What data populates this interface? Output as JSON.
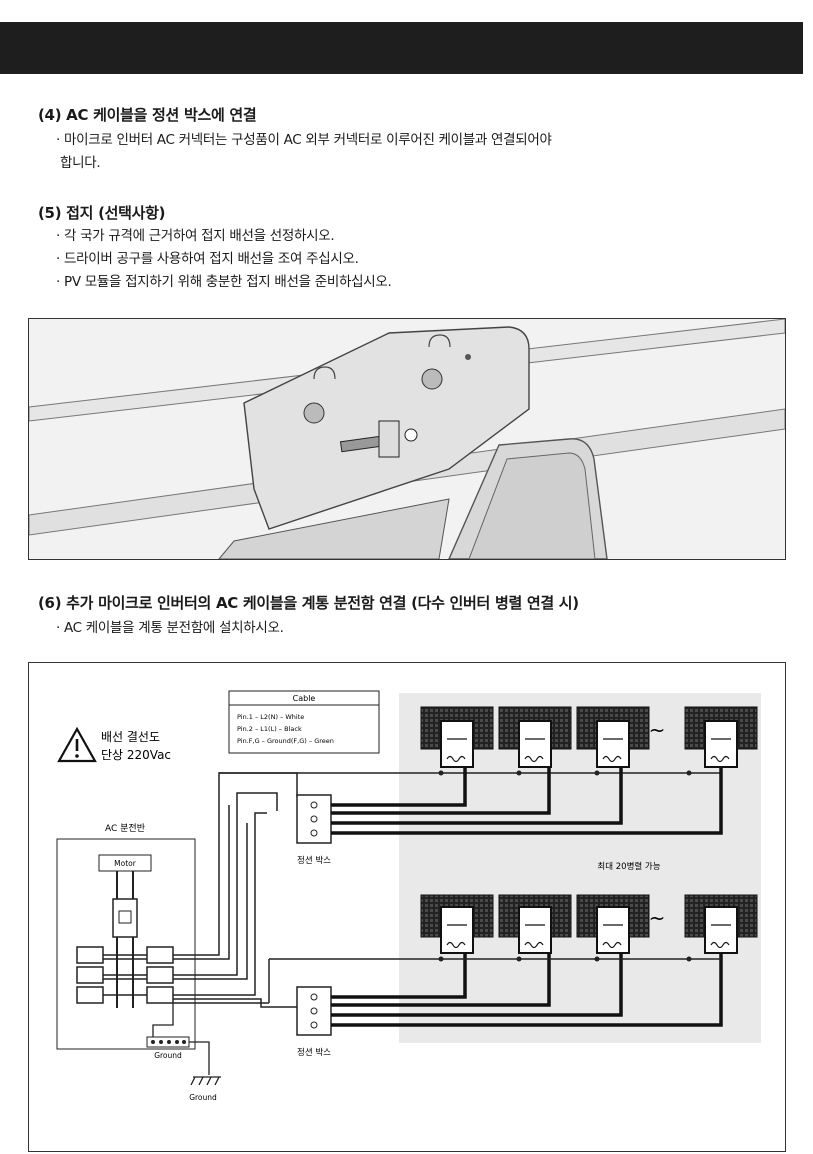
{
  "section4": {
    "heading": "(4) AC 케이블을 정션 박스에 연결",
    "lines": [
      "· 마이크로 인버터 AC 커넥터는 구성품이 AC 외부 커넥터로 이루어진 케이블과 연결되어야",
      "합니다."
    ]
  },
  "section5": {
    "heading": "(5) 접지 (선택사항)",
    "lines": [
      "· 각 국가 규격에 근거하여 접지 배선을 선정하시오.",
      "· 드라이버 공구를 사용하여 접지 배선을 조여 주십시오.",
      "· PV 모듈을 접지하기 위해 충분한 접지 배선을 준비하십시오."
    ]
  },
  "section6": {
    "heading": "(6) 추가 마이크로 인버터의 AC 케이블을 계통 분전함 연결 (다수 인버터 병렬 연결 시)",
    "lines": [
      "· AC 케이블을 계통 분전함에 설치하시오."
    ]
  },
  "diagram": {
    "warning_line1": "배선 결선도",
    "warning_line2": "단상 220Vac",
    "cable_title": "Cable",
    "cable_pins": [
      "Pin.1 – L2(N) – White",
      "Pin.2 – L1(L) – Black",
      "Pin.F,G – Ground(F,G) – Green"
    ],
    "panel_title": "AC 분전반",
    "motor_label": "Motor",
    "ground_bar_label": "Ground",
    "ground_label": "Ground",
    "jbox_label_1": "정션 박스",
    "jbox_label_2": "정션 박스",
    "max_parallel": "최대 20병렬 가능",
    "tilde": "~"
  }
}
